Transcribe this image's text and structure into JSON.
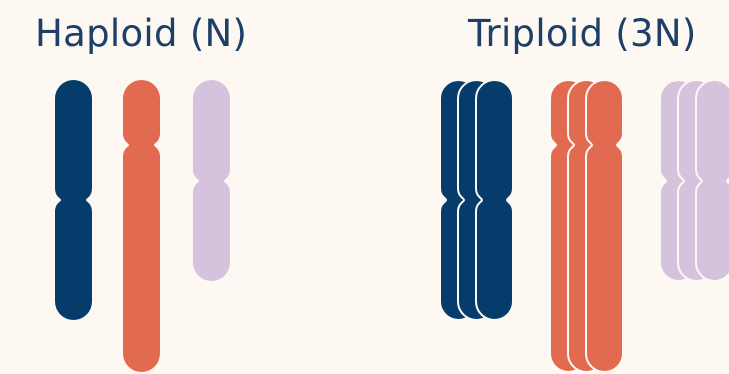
{
  "colors": {
    "background": "#fdf9f2",
    "title_text": "#1d3f68",
    "chromosome_navy": "#063c6c",
    "chromosome_coral": "#e26a50",
    "chromosome_lavender": "#d5c2dd",
    "chromatid_outline": "#fdf9f2"
  },
  "panels": [
    {
      "title": "Haploid (N)",
      "copies_per_chromosome": 1,
      "chromosomes": [
        {
          "name": "chromosome-navy",
          "color": "chromosome_navy"
        },
        {
          "name": "chromosome-coral",
          "color": "chromosome_coral"
        },
        {
          "name": "chromosome-lavender",
          "color": "chromosome_lavender"
        }
      ]
    },
    {
      "title": "Triploid (3N)",
      "copies_per_chromosome": 3,
      "chromosomes": [
        {
          "name": "chromosome-navy",
          "color": "chromosome_navy"
        },
        {
          "name": "chromosome-coral",
          "color": "chromosome_coral"
        },
        {
          "name": "chromosome-lavender",
          "color": "chromosome_lavender"
        }
      ]
    }
  ]
}
